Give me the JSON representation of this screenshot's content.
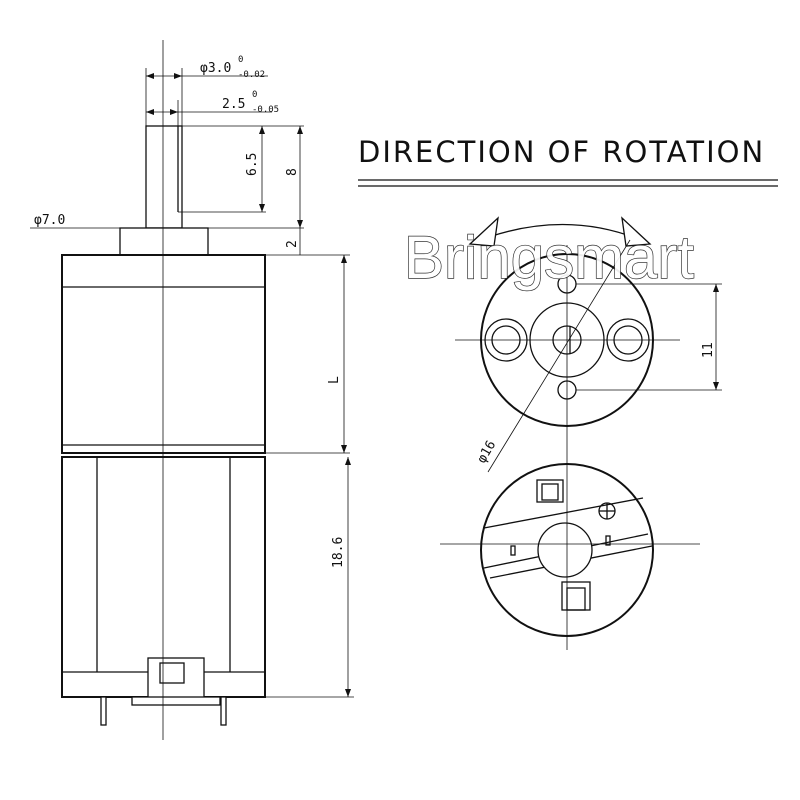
{
  "heading": "DIRECTION OF ROTATION",
  "watermark": "Bringsmart",
  "dims": {
    "shaft_dia_base": "φ3.0",
    "shaft_dia_sup": "0",
    "shaft_dia_sub": "-0.02",
    "flat_base": "2.5",
    "flat_sup": "0",
    "flat_sub": "-0.05",
    "flat_len": "6.5",
    "shaft_len": "8",
    "boss_h": "2",
    "boss_dia": "φ7.0",
    "gearbox_len": "L",
    "motor_len": "18.6",
    "hole_spacing": "11",
    "face_dia": "φ16"
  }
}
